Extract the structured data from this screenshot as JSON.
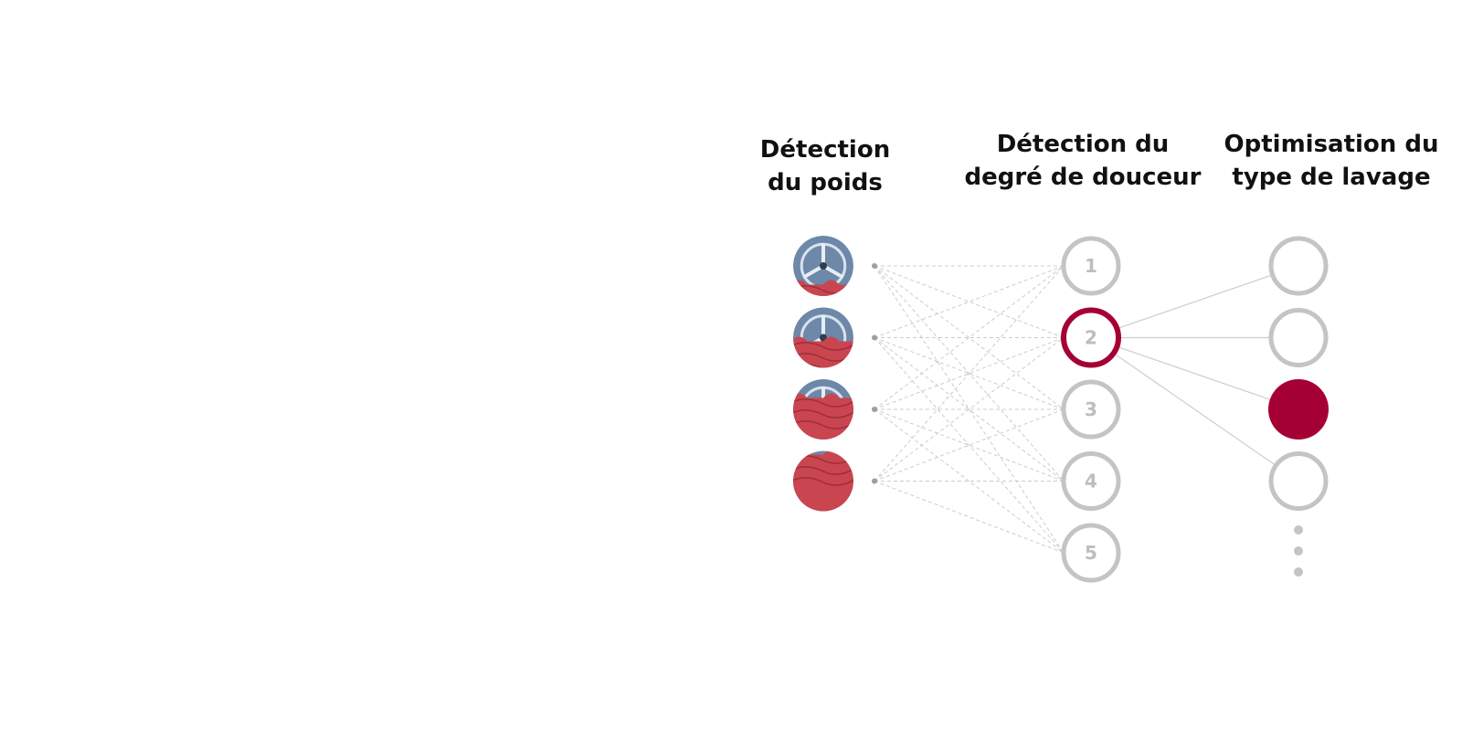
{
  "headings": {
    "weight": {
      "line1": "Détection",
      "line2": "du poids"
    },
    "softness": {
      "line1": "Détection du",
      "line2": "degré de douceur"
    },
    "wash": {
      "line1": "Optimisation du",
      "line2": "type de lavage"
    }
  },
  "weight_levels": [
    {
      "icon": "drum-load-small-icon",
      "fill_fraction": 0.25
    },
    {
      "icon": "drum-load-medium-icon",
      "fill_fraction": 0.5
    },
    {
      "icon": "drum-load-large-icon",
      "fill_fraction": 0.75
    },
    {
      "icon": "drum-load-full-icon",
      "fill_fraction": 1.0
    }
  ],
  "softness_levels": [
    {
      "label": "1",
      "active": false
    },
    {
      "label": "2",
      "active": true
    },
    {
      "label": "3",
      "active": false
    },
    {
      "label": "4",
      "active": false
    },
    {
      "label": "5",
      "active": false
    }
  ],
  "wash_types": [
    {
      "selected": false
    },
    {
      "selected": false
    },
    {
      "selected": true
    },
    {
      "selected": false
    }
  ],
  "more_icon": "ellipsis-vertical-icon",
  "colors": {
    "accent": "#a50034",
    "node_gray": "#c4c4c4",
    "line_gray": "#cccccc",
    "label_gray": "#bdbdbd",
    "fabric": "#c9454f",
    "drum": "#6d88a8"
  }
}
